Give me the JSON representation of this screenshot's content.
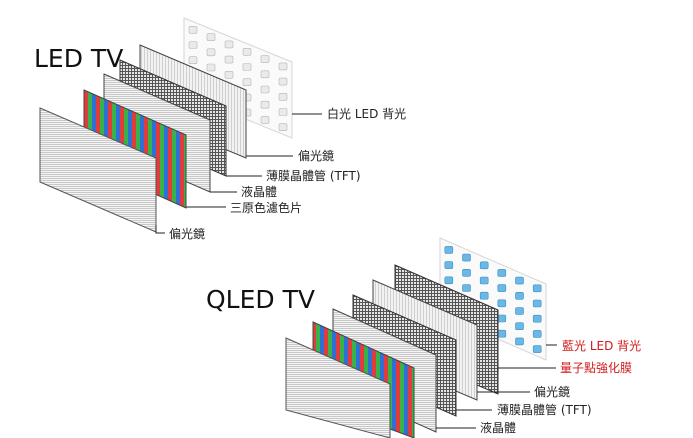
{
  "led": {
    "title": "LED TV",
    "labels": {
      "backlight": "白光 LED 背光",
      "polarizer_back": "偏光鏡",
      "tft": "薄膜晶體管 (TFT)",
      "liquid_crystal": "液晶體",
      "color_filter": "三原色濾色片",
      "polarizer_front": "偏光鏡"
    }
  },
  "qled": {
    "title": "QLED TV",
    "labels": {
      "backlight": "藍光 LED 背光",
      "qd_film": "量子點強化膜",
      "polarizer_back": "偏光鏡",
      "tft": "薄膜晶體管 (TFT)",
      "liquid_crystal": "液晶體"
    }
  },
  "colors": {
    "label_red": "#d11a1a",
    "white_led": "#eaeaea",
    "blue_led": "#6bb8e6",
    "line": "#222222"
  }
}
